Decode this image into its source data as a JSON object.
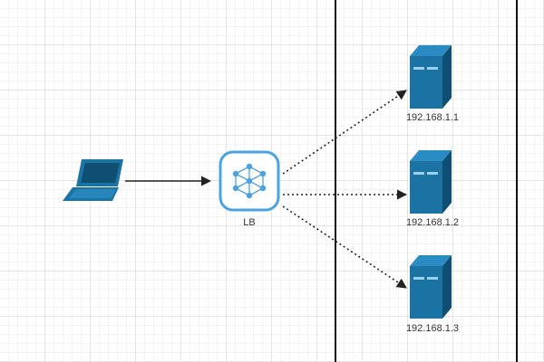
{
  "diagram": {
    "nodes": {
      "client": {
        "icon": "laptop-icon"
      },
      "load_balancer": {
        "label": "LB",
        "icon": "network-hub-icon"
      },
      "servers": [
        {
          "label": "192.168.1.1",
          "icon": "server-icon"
        },
        {
          "label": "192.168.1.2",
          "icon": "server-icon"
        },
        {
          "label": "192.168.1.3",
          "icon": "server-icon"
        }
      ]
    },
    "edges": [
      {
        "from": "client",
        "to": "load_balancer",
        "style": "solid"
      },
      {
        "from": "load_balancer",
        "to": "server-1",
        "style": "dotted"
      },
      {
        "from": "load_balancer",
        "to": "server-2",
        "style": "dotted"
      },
      {
        "from": "load_balancer",
        "to": "server-3",
        "style": "dotted"
      }
    ],
    "colors": {
      "device": "#1a73a3",
      "device_dark": "#0f4f73",
      "hub_accent": "#4aa3e0",
      "edge": "#222222"
    }
  }
}
